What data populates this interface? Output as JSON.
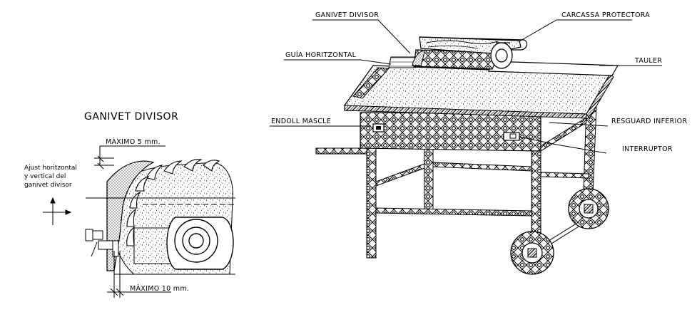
{
  "left_detail": {
    "title": "GANIVET DIVISOR",
    "max_top": "MÀXIMO 5 mm.",
    "max_bottom": "MÀXIMO 10 mm.",
    "adjust_note": [
      "Ajust horitzontal",
      "y vertical del",
      "ganivet divisor"
    ]
  },
  "callouts": {
    "ganivet_divisor": "GANIVET DIVISOR",
    "carcassa_protectora": "CARCASSA PROTECTORA",
    "guia_horitzontal": "GUÍA HORITZONTAL",
    "tauler": "TAULER",
    "endoll_mascle": "ENDOLL MASCLE",
    "resguard_inferior": "RESGUARD INFERIOR",
    "interruptor": "INTERRUPTOR"
  }
}
